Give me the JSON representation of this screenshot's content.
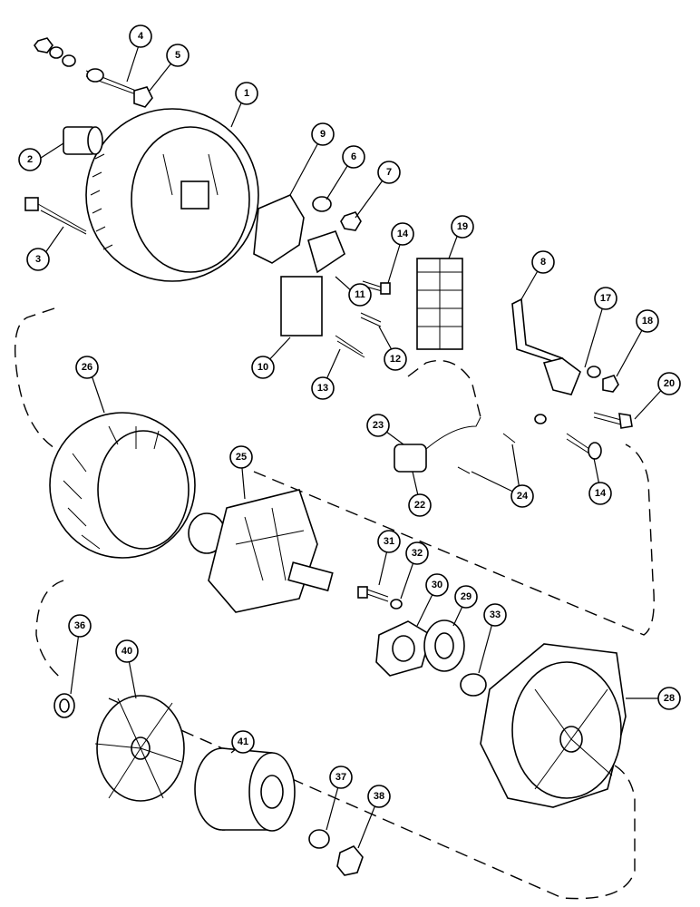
{
  "diagram": {
    "colors": {
      "ink": "#000000",
      "paper": "#ffffff"
    },
    "callouts": [
      {
        "key": "c1",
        "label": "1"
      },
      {
        "key": "c2",
        "label": "2"
      },
      {
        "key": "c3",
        "label": "3"
      },
      {
        "key": "c4",
        "label": "4"
      },
      {
        "key": "c5",
        "label": "5"
      },
      {
        "key": "c6",
        "label": "6"
      },
      {
        "key": "c7",
        "label": "7"
      },
      {
        "key": "c8",
        "label": "8"
      },
      {
        "key": "c9",
        "label": "9"
      },
      {
        "key": "c10",
        "label": "10"
      },
      {
        "key": "c11",
        "label": "11"
      },
      {
        "key": "c12",
        "label": "12"
      },
      {
        "key": "c13",
        "label": "13"
      },
      {
        "key": "c14a",
        "label": "14"
      },
      {
        "key": "c14b",
        "label": "14"
      },
      {
        "key": "c17",
        "label": "17"
      },
      {
        "key": "c18",
        "label": "18"
      },
      {
        "key": "c19",
        "label": "19"
      },
      {
        "key": "c20",
        "label": "20"
      },
      {
        "key": "c22",
        "label": "22"
      },
      {
        "key": "c23",
        "label": "23"
      },
      {
        "key": "c24",
        "label": "24"
      },
      {
        "key": "c25",
        "label": "25"
      },
      {
        "key": "c26",
        "label": "26"
      },
      {
        "key": "c28",
        "label": "28"
      },
      {
        "key": "c29",
        "label": "29"
      },
      {
        "key": "c30",
        "label": "30"
      },
      {
        "key": "c31",
        "label": "31"
      },
      {
        "key": "c32",
        "label": "32"
      },
      {
        "key": "c33",
        "label": "33"
      },
      {
        "key": "c36",
        "label": "36"
      },
      {
        "key": "c37",
        "label": "37"
      },
      {
        "key": "c38",
        "label": "38"
      },
      {
        "key": "c40",
        "label": "40"
      },
      {
        "key": "c41",
        "label": "41"
      }
    ]
  }
}
